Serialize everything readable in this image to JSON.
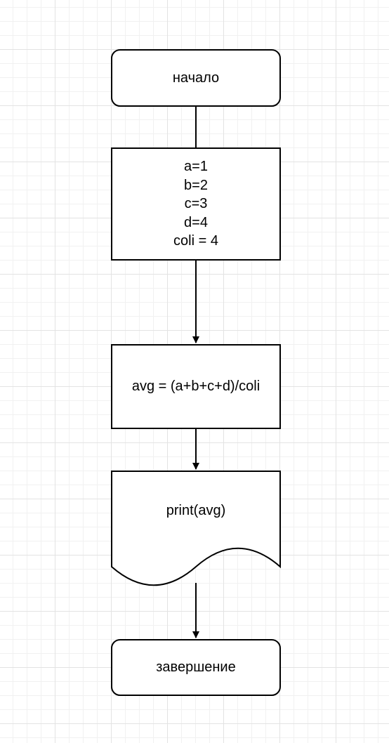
{
  "diagram": {
    "start": {
      "label": "начало"
    },
    "init": {
      "lines": [
        "a=1",
        "b=2",
        "c=3",
        "d=4",
        "coli = 4"
      ]
    },
    "compute": {
      "label": "avg = (a+b+c+d)/coli"
    },
    "output": {
      "label": "print(avg)"
    },
    "end": {
      "label": "завершение"
    }
  },
  "colors": {
    "stroke": "#000000",
    "fill": "#ffffff",
    "grid_major": "#e3e3e3",
    "grid_minor": "#f1f1f1"
  }
}
